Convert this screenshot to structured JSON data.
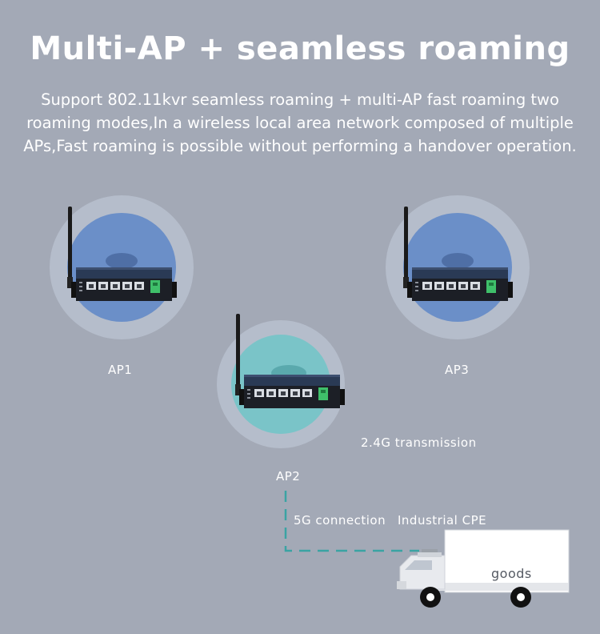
{
  "title": "Multi-AP + seamless roaming",
  "subtitle": "Support 802.11kvr seamless roaming + multi-AP fast roaming two roaming modes,In a wireless local area network composed of multiple APs,Fast roaming is possible without performing a handover operation.",
  "access_points": [
    {
      "label": "AP1"
    },
    {
      "label": "AP2"
    },
    {
      "label": "AP3"
    }
  ],
  "links": {
    "transmission_24g": "2.4G transmission",
    "connection_5g": "5G connection",
    "industrial_cpe": "Industrial CPE"
  },
  "truck": {
    "cargo_label": "goods"
  },
  "colors": {
    "background": "#a3a9b6",
    "outer_ring": "#b5bdcb",
    "inner_blue": "#6b8fc8",
    "inner_teal": "#7ac4c8",
    "dashed_link": "#3aa3a3"
  }
}
